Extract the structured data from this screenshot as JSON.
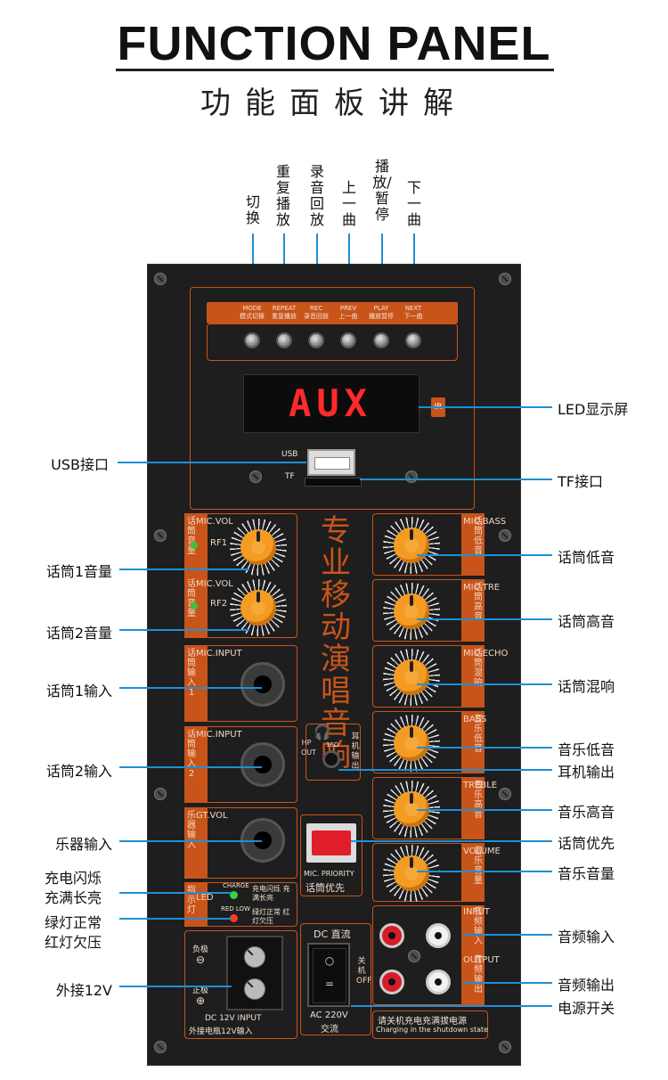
{
  "header": {
    "title": "FUNCTION PANEL",
    "subtitle": "功能面板讲解"
  },
  "top_labels": [
    "切换",
    "重复播放",
    "录音回放",
    "上一曲",
    "播放/暂停",
    "下一曲"
  ],
  "buttons": [
    {
      "en": "MODE",
      "cn": "模式切换"
    },
    {
      "en": "REPEAT",
      "cn": "重复播放"
    },
    {
      "en": "REC",
      "cn": "录音回放"
    },
    {
      "en": "PREV",
      "cn": "上一曲"
    },
    {
      "en": "PLAY",
      "cn": "播放暂停"
    },
    {
      "en": "NEXT",
      "cn": "下一曲"
    }
  ],
  "display": {
    "text": "AUX",
    "ir_label": "IR"
  },
  "left_labels": {
    "usb": "USB接口",
    "mic1_vol": "话筒1音量",
    "mic2_vol": "话筒2音量",
    "mic1_in": "话筒1输入",
    "mic2_in": "话筒2输入",
    "inst_in": "乐器输入",
    "charge_1": "充电闪烁",
    "charge_2": "充满长亮",
    "led_1": "绿灯正常",
    "led_2": "红灯欠压",
    "dc12": "外接12V"
  },
  "right_labels": {
    "led": "LED显示屏",
    "tf": "TF接口",
    "mic_bass": "话筒低音",
    "mic_treble": "话筒高音",
    "mic_echo": "话筒混响",
    "music_bass": "音乐低音",
    "hp_out": "耳机输出",
    "music_treble": "音乐高音",
    "mic_priority": "话筒优先",
    "music_vol": "音乐音量",
    "audio_in": "音频输入",
    "audio_out": "音频输出",
    "power": "电源开关"
  },
  "panel": {
    "usb": "USB",
    "tf": "TF",
    "slogan": "专业移动演唱音响",
    "rf1": "RF1",
    "rf2": "RF2",
    "mic_vol_cn": "话筒音量",
    "mic_vol_en": "MIC.VOL",
    "mic_input_cn": "话筒输入1",
    "mic_input2_cn": "话筒输入2",
    "mic_input_en": "MIC.INPUT",
    "gt_cn": "乐器输入",
    "gt_en": "GT.VOL",
    "mic_bass_cn": "话筒低音",
    "mic_bass_en": "MIC.BASS",
    "mic_tre_cn": "话筒高音",
    "mic_tre_en": "MIC.TRE",
    "mic_echo_cn": "话筒混响",
    "mic_echo_en": "MIC.ECHO",
    "bass_cn": "音乐低音",
    "bass_en": "BASS",
    "treble_cn": "音乐高音",
    "treble_en": "TREBLE",
    "volume_cn": "音乐音量",
    "volume_en": "VOLUME",
    "hp_out": "HP OUT",
    "hp_cn": "耳机输出",
    "ohm": "16Ω",
    "priority_en": "MIC. PRIORITY",
    "priority_cn": "话筒优先",
    "charge": "CHARGE",
    "charge_cn": "充电闪烁 充满长亮",
    "redlow": "RED LOW",
    "redlow_cn": "绿灯正常 红灯欠压",
    "led_cn": "指示灯",
    "led_en": "LED",
    "neg": "负极",
    "pos": "正极",
    "dc_in": "DC 12V INPUT",
    "dc_in_cn": "外接电瓶12V输入",
    "dc_header": "DC 直流",
    "power_off": "关机OFF",
    "ac": "AC 220V",
    "ac_cn": "交流",
    "audio_input_cn": "音频输入",
    "audio_input_en": "INPUT",
    "audio_output_cn": "音频输出",
    "audio_output_en": "OUTPUT",
    "charging_note_cn": "请关机充电充满拔电源",
    "charging_note_en": "Charging in the shutdown state"
  },
  "colors": {
    "accent_line": "#1e8fd6",
    "panel_orange": "#c9541a",
    "knob_orange": "#f39b22",
    "led_red": "#ff2a2a"
  }
}
